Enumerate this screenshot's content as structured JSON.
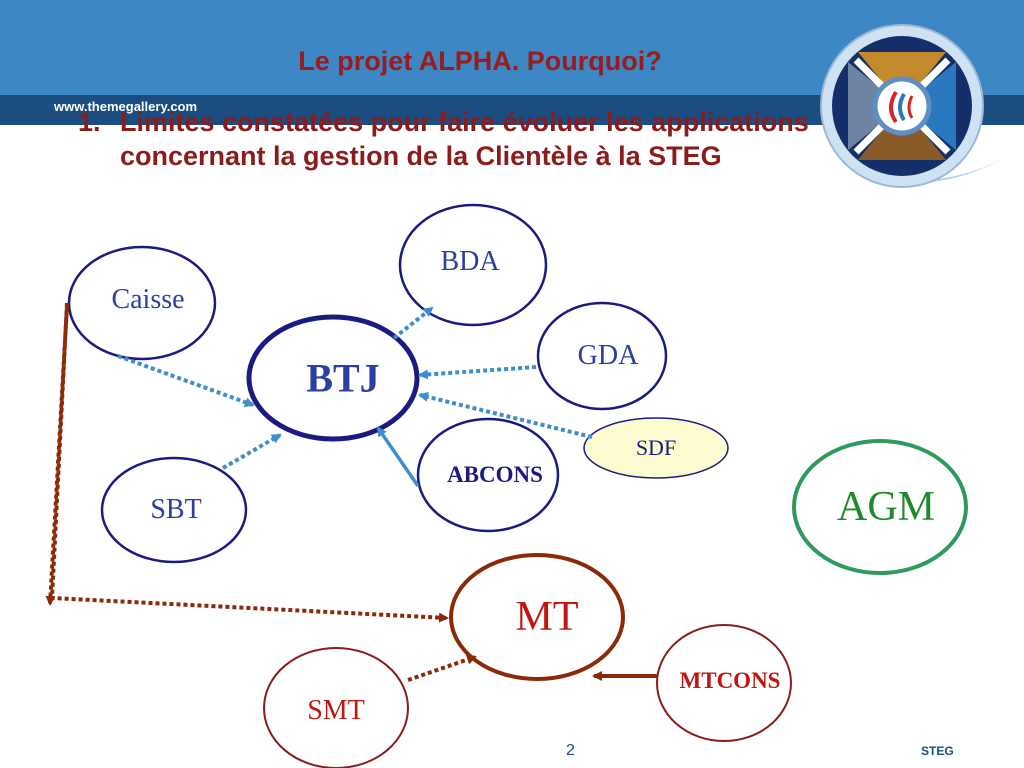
{
  "header": {
    "title": "Le  projet  ALPHA. Pourquoi?",
    "website": "www.themegallery.com"
  },
  "point": {
    "number": "1.",
    "text": "Limites constatées pour faire évoluer les applications concernant la gestion de la Clientèle à la STEG"
  },
  "nodes": {
    "btj": "BTJ",
    "caisse": "Caisse",
    "bda": "BDA",
    "gda": "GDA",
    "sdf": "SDF",
    "abcons": "ABCONS",
    "sbt": "SBT",
    "agm": "AGM",
    "mt": "MT",
    "smt": "SMT",
    "mtcons": "MTCONS"
  },
  "colors": {
    "navy": "#1a1a80",
    "blue_text": "#2a3fa0",
    "green": "#2e9a5c",
    "brown": "#8b2a0a",
    "dark_red": "#8b1c1c",
    "arrow_blue": "#3d8ec9",
    "sdf_fill": "#fdfbd0"
  },
  "footer": {
    "page_number": "2",
    "organization": "STEG"
  }
}
